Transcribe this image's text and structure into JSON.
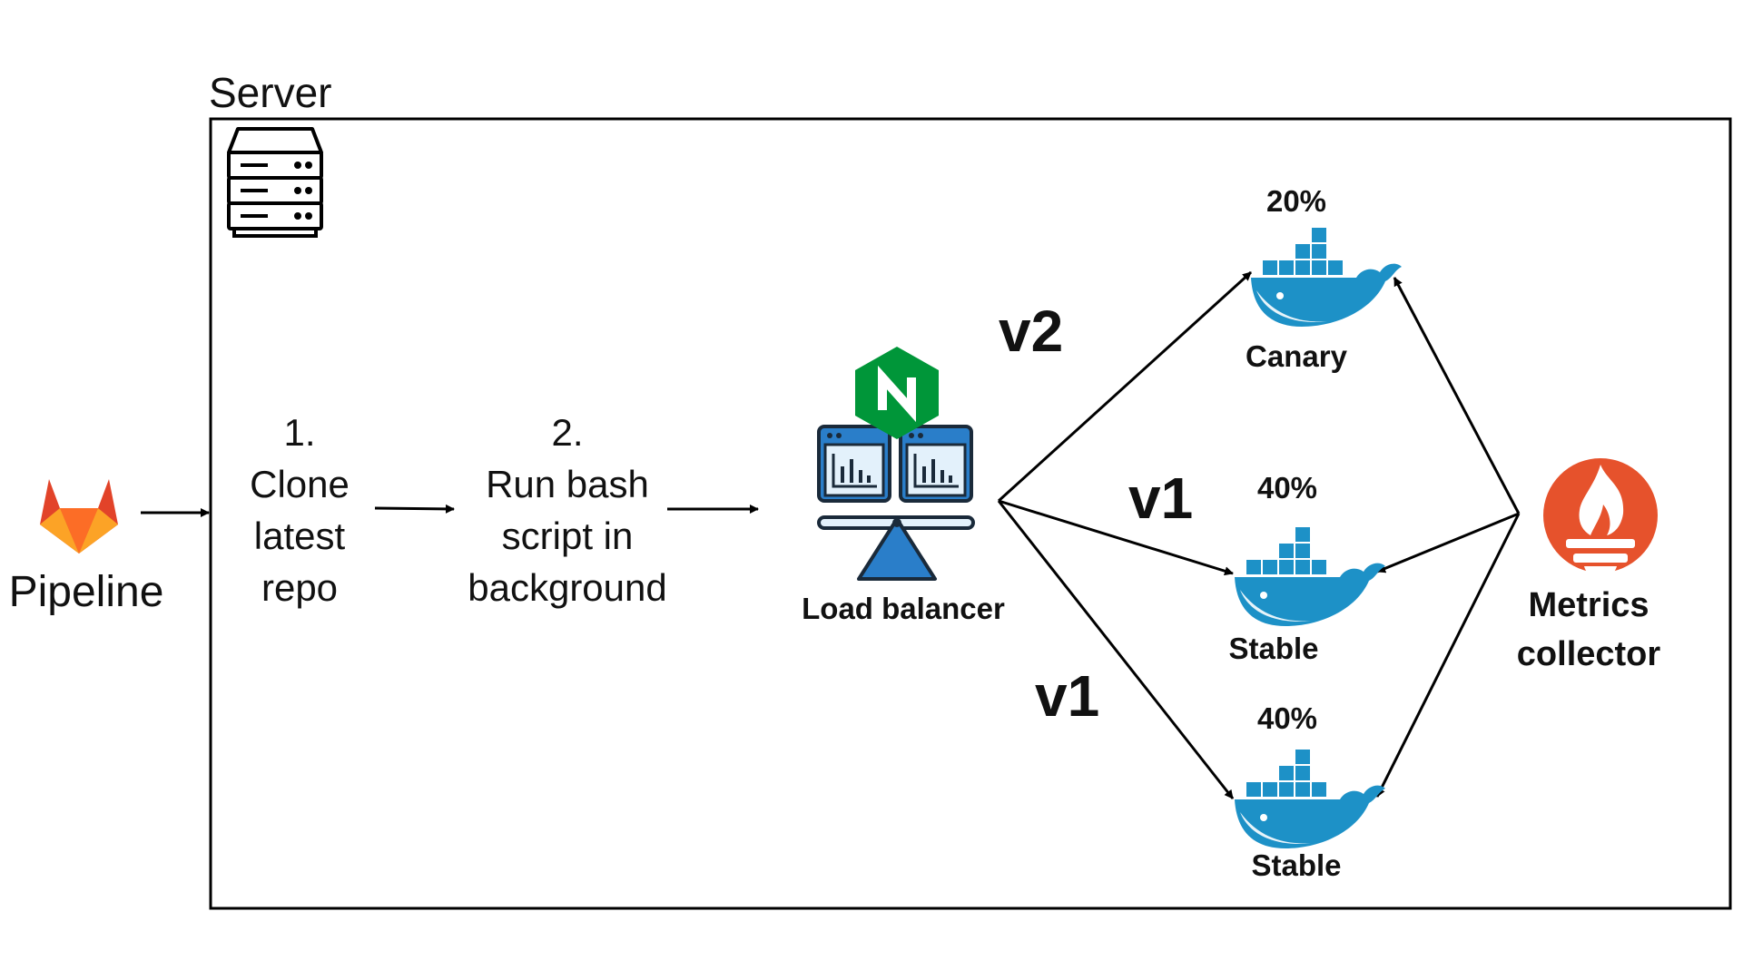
{
  "server": {
    "title": "Server",
    "icon": "server-rack-icon"
  },
  "pipeline": {
    "label": "Pipeline",
    "icon": "gitlab-icon",
    "colors": [
      "#e24329",
      "#fc6d26",
      "#fca326"
    ]
  },
  "steps": [
    {
      "text": "1.\nClone\nlatest\nrepo"
    },
    {
      "text": "2.\nRun bash\nscript in\nbackground"
    }
  ],
  "load_balancer": {
    "label": "Load balancer",
    "icon": "nginx-load-balancer-icon",
    "accent": "#009639"
  },
  "routes": [
    {
      "version": "v2",
      "percent": "20%",
      "container": "Canary"
    },
    {
      "version": "v1",
      "percent": "40%",
      "container": "Stable"
    },
    {
      "version": "v1",
      "percent": "40%",
      "container": "Stable"
    }
  ],
  "container_icon": "docker-whale-icon",
  "docker_color": "#1d91c7",
  "metrics": {
    "label": "Metrics\ncollector",
    "icon": "prometheus-icon",
    "color": "#e6522c"
  }
}
